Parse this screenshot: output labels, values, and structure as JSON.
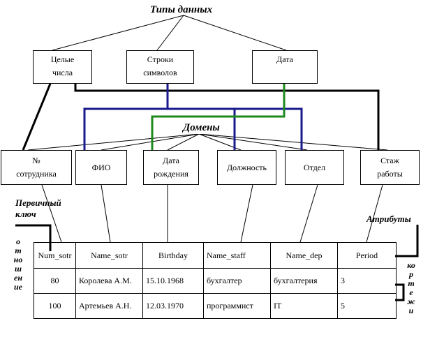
{
  "title": "Типы данных",
  "domains_label": "Домены",
  "types": [
    "Целые\nчисла",
    "Строки\nсимволов",
    "Дата"
  ],
  "attributes": [
    "№\nсотрудника",
    "ФИО",
    "Дата\nрождения",
    "Должность",
    "Отдел",
    "Стаж\nработы"
  ],
  "primary_key_label": "Первичный\nключ",
  "attributes_label": "Атрибуты",
  "relation_label": "отношение",
  "tuples_label": "кортежи",
  "table": {
    "columns": [
      "Num_sotr",
      "Name_sotr",
      "Birthday",
      "Name_staff",
      "Name_dep",
      "Period"
    ],
    "rows": [
      [
        "80",
        "Королева А.М.",
        "15.10.1968",
        "бухгалтер",
        "бухгалтерия",
        "3"
      ],
      [
        "100",
        "Артемьев А.Н.",
        "12.03.1970",
        "программист",
        "IT",
        "5"
      ]
    ]
  },
  "colors": {
    "string_link": "#1a1a8c",
    "date_link": "#1e8a1e",
    "integer_link": "#000000"
  }
}
